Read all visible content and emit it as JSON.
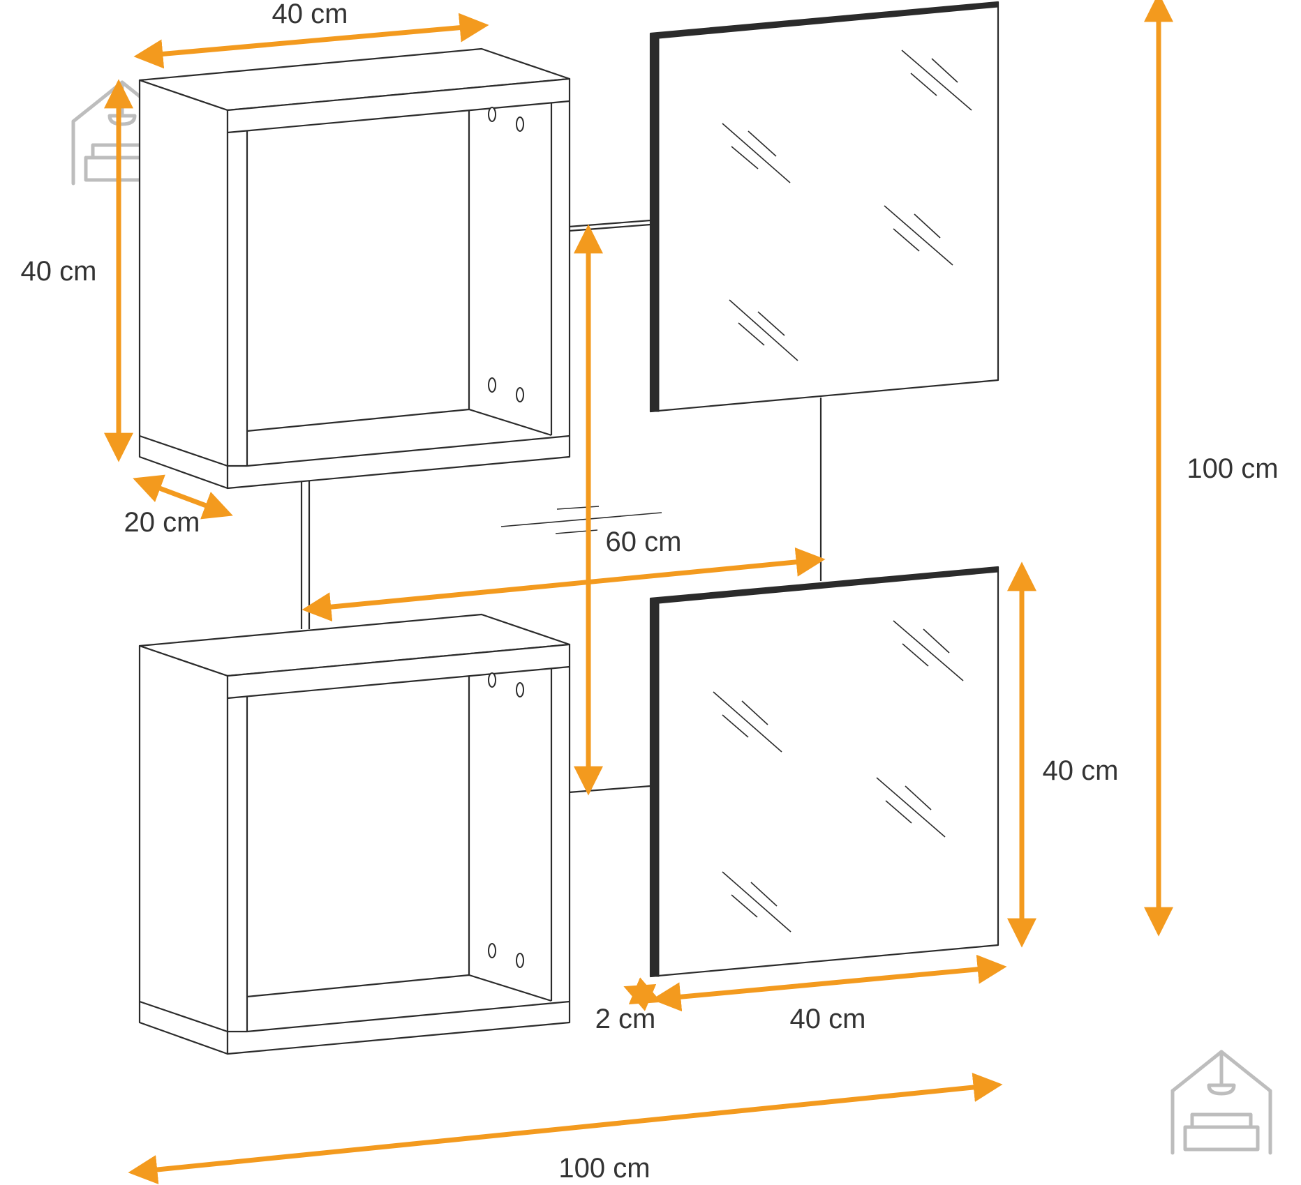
{
  "dimensions": {
    "shelf_width": "40 cm",
    "shelf_height": "40 cm",
    "shelf_depth": "20 cm",
    "spacing": "60 cm",
    "total_height": "100 cm",
    "mirror_height": "40 cm",
    "mirror_thickness": "2 cm",
    "mirror_width": "40 cm",
    "total_width": "100 cm"
  },
  "colors": {
    "dimension_arrow": "#f39a1e",
    "outline": "#2b2b2b",
    "label_text": "#333333",
    "logo": "#bdbdbd"
  },
  "icons": {
    "logo": "house-with-sofa-icon"
  }
}
